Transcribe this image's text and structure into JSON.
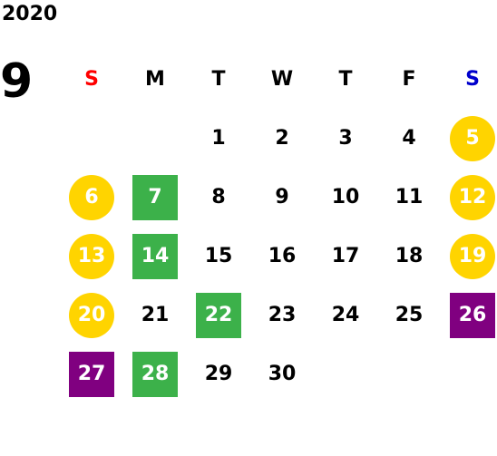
{
  "header": {
    "year": "2020",
    "month": "9"
  },
  "colors": {
    "sunday": "#ff0000",
    "saturday": "#0000cc",
    "weekday": "#000000",
    "weekend_circle": "#ffd400",
    "green_square": "#3cb14a",
    "purple_square": "#800080"
  },
  "weekdays": [
    "S",
    "M",
    "T",
    "W",
    "T",
    "F",
    "S"
  ],
  "weeks": [
    [
      null,
      null,
      {
        "day": "1"
      },
      {
        "day": "2"
      },
      {
        "day": "3"
      },
      {
        "day": "4"
      },
      {
        "day": "5",
        "style": "circle"
      }
    ],
    [
      {
        "day": "6",
        "style": "circle"
      },
      {
        "day": "7",
        "style": "green"
      },
      {
        "day": "8"
      },
      {
        "day": "9"
      },
      {
        "day": "10"
      },
      {
        "day": "11"
      },
      {
        "day": "12",
        "style": "circle"
      }
    ],
    [
      {
        "day": "13",
        "style": "circle"
      },
      {
        "day": "14",
        "style": "green"
      },
      {
        "day": "15"
      },
      {
        "day": "16"
      },
      {
        "day": "17"
      },
      {
        "day": "18"
      },
      {
        "day": "19",
        "style": "circle"
      }
    ],
    [
      {
        "day": "20",
        "style": "circle"
      },
      {
        "day": "21"
      },
      {
        "day": "22",
        "style": "green"
      },
      {
        "day": "23"
      },
      {
        "day": "24"
      },
      {
        "day": "25"
      },
      {
        "day": "26",
        "style": "purple"
      }
    ],
    [
      {
        "day": "27",
        "style": "purple"
      },
      {
        "day": "28",
        "style": "green"
      },
      {
        "day": "29"
      },
      {
        "day": "30"
      },
      null,
      null,
      null
    ]
  ]
}
